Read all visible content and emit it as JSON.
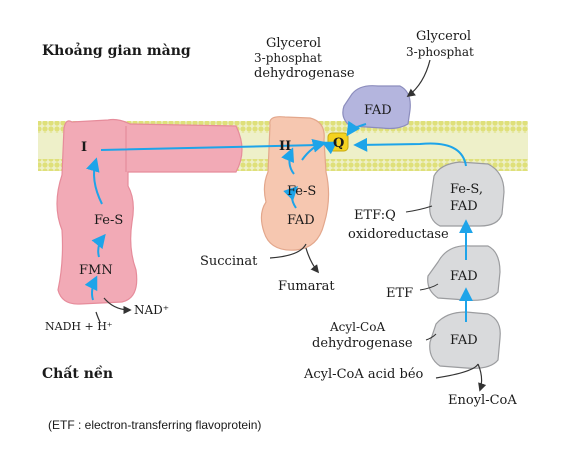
{
  "regions": {
    "intermembrane": "Khoảng gian màng",
    "matrix": "Chất nền"
  },
  "complexes": {
    "complex_I": "I",
    "complex_II": "II",
    "fe_s_I": "Fe-S",
    "fmn": "FMN",
    "fe_s_II": "Fe-S",
    "fad_II": "FAD",
    "quinone": "Q",
    "gpdh_fad": "FAD",
    "etfqo_fe_s": "Fe-S,",
    "etfqo_fad": "FAD",
    "etf_fad": "FAD",
    "acyl_fad": "FAD"
  },
  "labels": {
    "glycerol_dh_line1": "Glycerol",
    "glycerol_dh_line2": "3-phosphat",
    "glycerol_dh_line3": "dehydrogenase",
    "glycerol_sub_line1": "Glycerol",
    "glycerol_sub_line2": "3-phosphat",
    "nad_plus": "NAD⁺",
    "nadh_h": "NADH + H⁺",
    "succinat": "Succinat",
    "fumarat": "Fumarat",
    "etfqo_line1": "ETF:Q",
    "etfqo_line2": "oxidoreductase",
    "etf": "ETF",
    "acyl_dh_line1": "Acyl-CoA",
    "acyl_dh_line2": "dehydrogenase",
    "acyl_coa": "Acyl-CoA acid béo",
    "enoyl_coa": "Enoyl-CoA"
  },
  "footnote": "(ETF : electron-transferring flavoprotein)",
  "colors": {
    "membrane_fill": "#e6e9b5",
    "membrane_bead": "#dfe07a",
    "complex_I": "#f2aab6",
    "complex_II": "#f6c7b0",
    "etf_gray": "#d9dadc",
    "gpdh_purple": "#b4b5de",
    "quinone_yellow": "#f4d21f",
    "arrow_blue": "#1ea4e9"
  }
}
